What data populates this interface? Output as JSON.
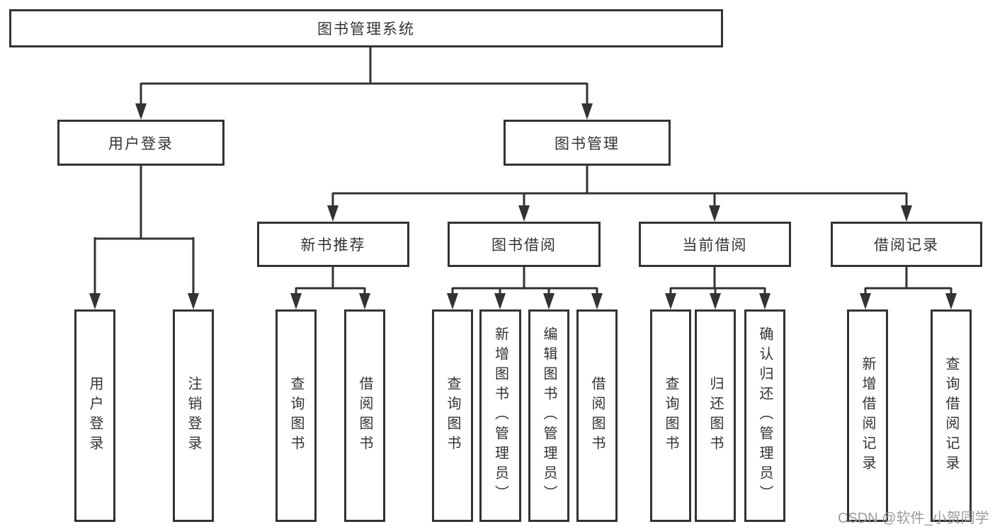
{
  "diagram": {
    "root": {
      "label": "图书管理系统"
    },
    "level2": [
      {
        "label": "用户登录"
      },
      {
        "label": "图书管理"
      }
    ],
    "level3": [
      {
        "label": "新书推荐"
      },
      {
        "label": "图书借阅"
      },
      {
        "label": "当前借阅"
      },
      {
        "label": "借阅记录"
      }
    ],
    "leaves": {
      "login": [
        "用户登录",
        "注销登录"
      ],
      "recommend": [
        "查询图书",
        "借阅图书"
      ],
      "borrow": [
        "查询图书",
        "新增图书（管理员）",
        "编辑图书（管理员）",
        "借阅图书"
      ],
      "current": [
        "查询图书",
        "归还图书",
        "确认归还（管理员）"
      ],
      "records": [
        "新增借阅记录",
        "查询借阅记录"
      ]
    },
    "watermark": "CSDN @软件_小贺同学",
    "colors": {
      "line": "#333333",
      "border": "#333333",
      "text": "#333333",
      "background": "#ffffff",
      "watermark": "#a09a9a"
    }
  }
}
